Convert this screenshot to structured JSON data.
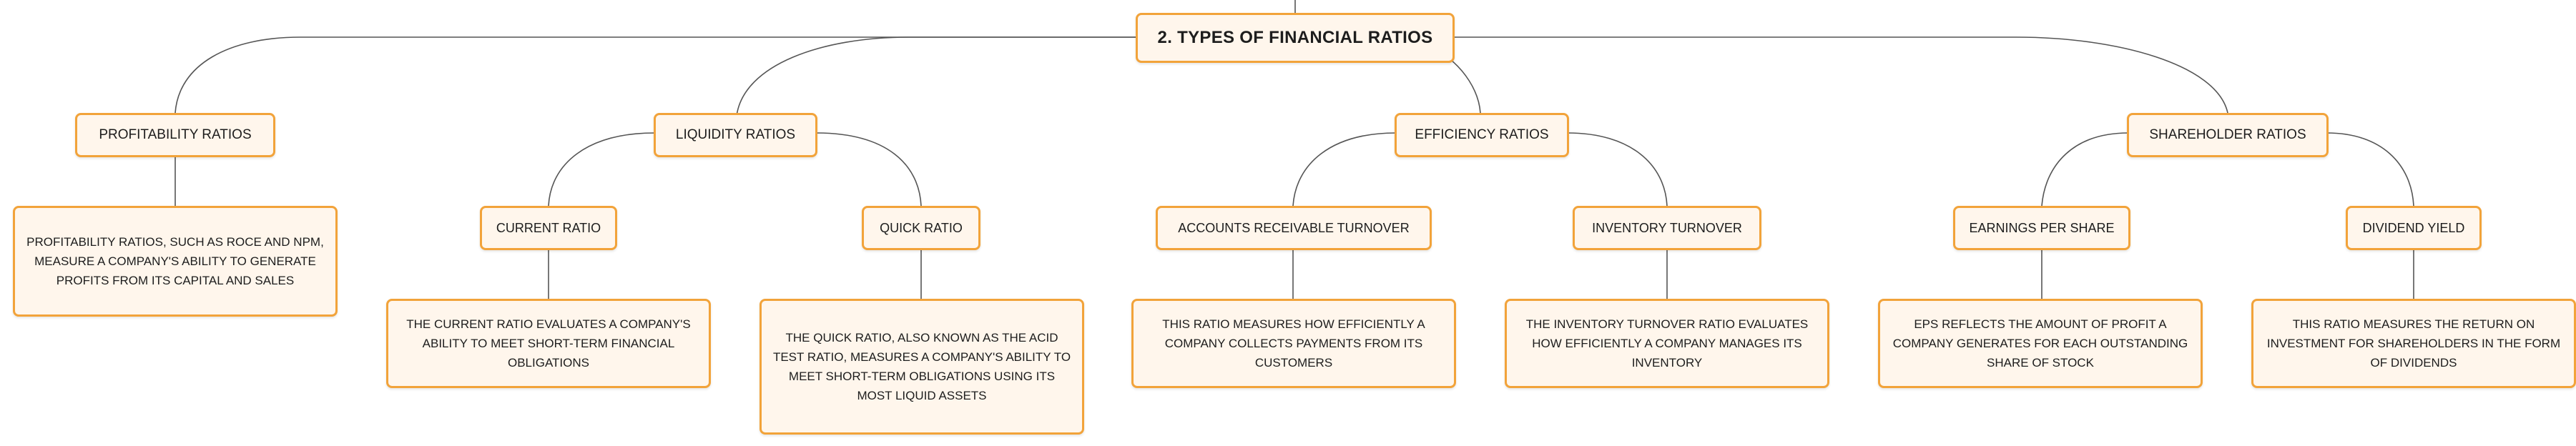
{
  "title": "2. TYPES OF FINANCIAL RATIOS",
  "categories": [
    {
      "label": "PROFITABILITY RATIOS",
      "description": "PROFITABILITY RATIOS, SUCH AS ROCE AND NPM, MEASURE A COMPANY'S ABILITY TO GENERATE PROFITS FROM ITS CAPITAL AND SALES"
    },
    {
      "label": "LIQUIDITY RATIOS",
      "items": [
        {
          "label": "CURRENT RATIO",
          "description": "THE CURRENT RATIO EVALUATES A COMPANY'S ABILITY TO MEET SHORT-TERM FINANCIAL OBLIGATIONS"
        },
        {
          "label": "QUICK RATIO",
          "description": "THE QUICK RATIO, ALSO KNOWN AS THE ACID TEST RATIO, MEASURES A COMPANY'S ABILITY TO MEET SHORT-TERM OBLIGATIONS USING ITS MOST LIQUID ASSETS"
        }
      ]
    },
    {
      "label": "EFFICIENCY RATIOS",
      "items": [
        {
          "label": "ACCOUNTS RECEIVABLE TURNOVER",
          "description": "THIS RATIO MEASURES HOW EFFICIENTLY A COMPANY COLLECTS PAYMENTS FROM ITS CUSTOMERS"
        },
        {
          "label": "INVENTORY TURNOVER",
          "description": "THE INVENTORY TURNOVER RATIO EVALUATES HOW EFFICIENTLY A COMPANY MANAGES ITS INVENTORY"
        }
      ]
    },
    {
      "label": "SHAREHOLDER RATIOS",
      "items": [
        {
          "label": "EARNINGS PER SHARE",
          "description": "EPS REFLECTS THE AMOUNT OF PROFIT A COMPANY GENERATES FOR EACH OUTSTANDING SHARE OF STOCK"
        },
        {
          "label": "DIVIDEND YIELD",
          "description": "THIS RATIO MEASURES THE RETURN ON INVESTMENT FOR SHAREHOLDERS IN THE FORM OF DIVIDENDS"
        }
      ]
    }
  ],
  "colors": {
    "node_border": "#f2a33a",
    "node_fill": "#fff6ec",
    "connector": "#555555",
    "text": "#1d1d1d"
  }
}
